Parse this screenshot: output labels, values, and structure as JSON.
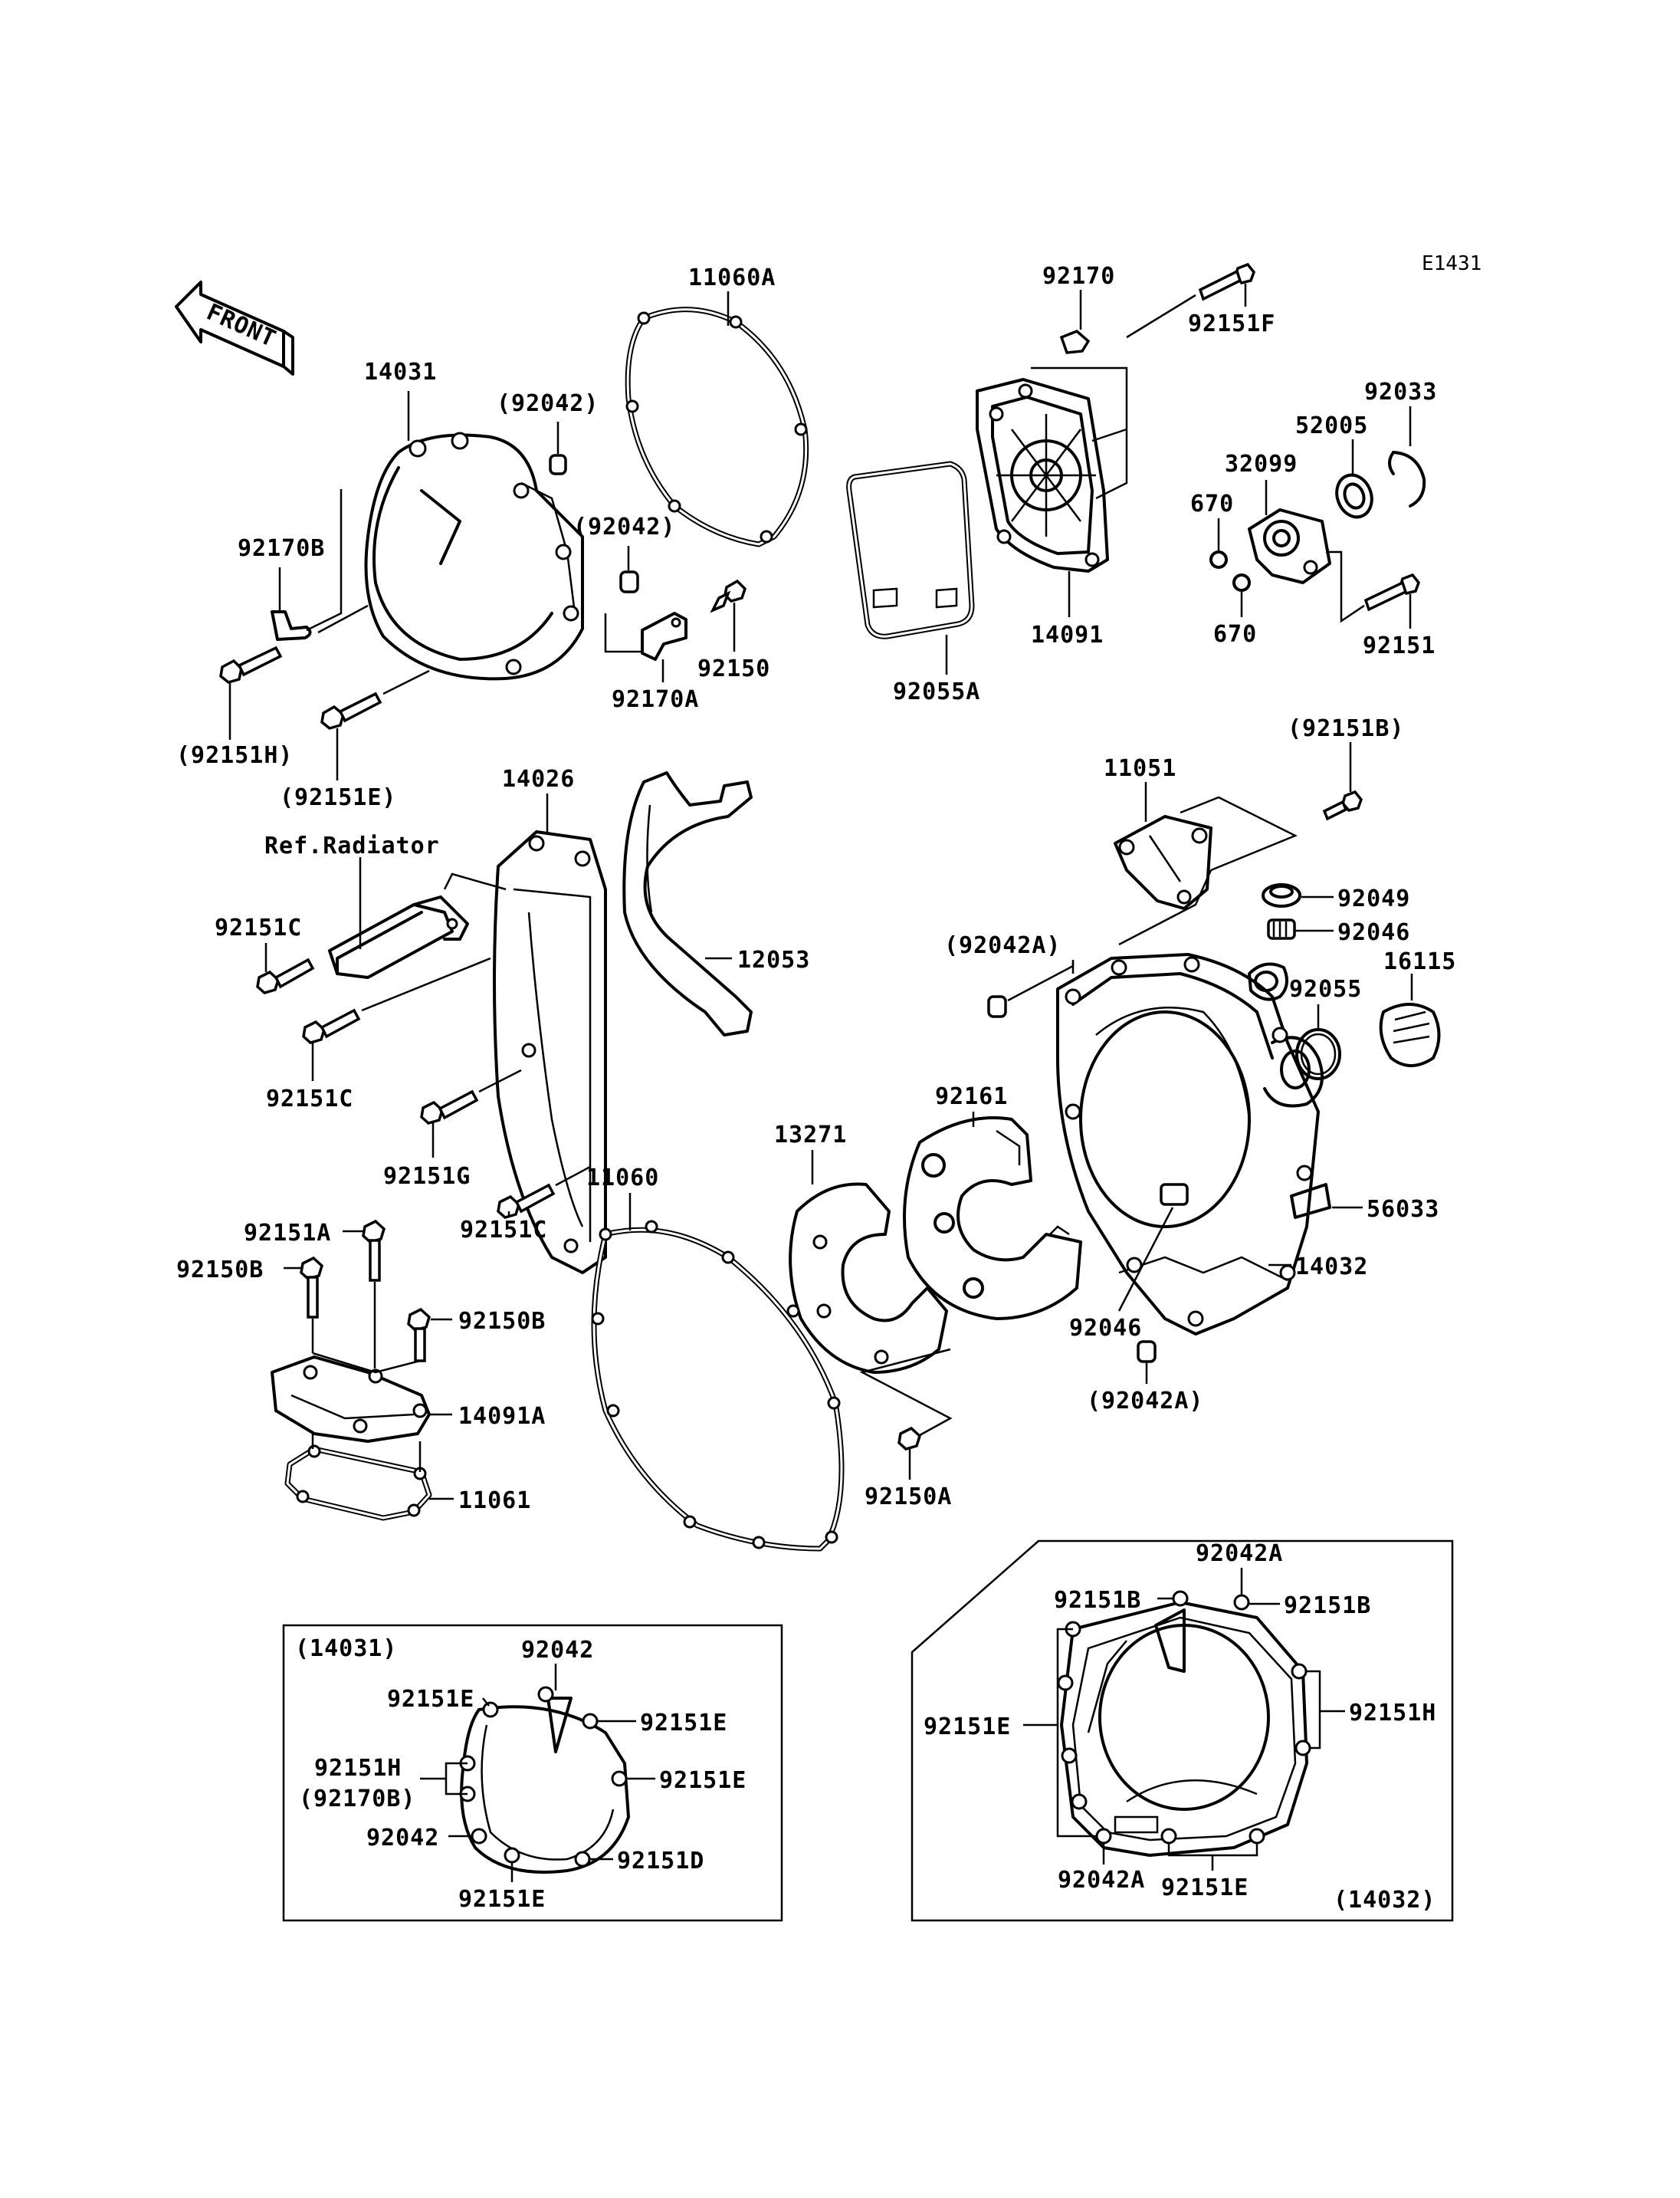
{
  "diagram_code": "E1431",
  "front_label": "FRONT",
  "ref_note": "Ref.Radiator",
  "labels": {
    "p11060A": "11060A",
    "p92170": "92170",
    "p92151F": "92151F",
    "p14031": "14031",
    "p92042a": "(92042)",
    "p92042b": "(92042)",
    "p92033": "92033",
    "p52005": "52005",
    "p32099": "32099",
    "p670a": "670",
    "p670b": "670",
    "p92170B": "92170B",
    "p92150": "92150",
    "p92170A": "92170A",
    "p14091": "14091",
    "p92151": "92151",
    "p92055A": "92055A",
    "p92151H": "(92151H)",
    "p92151E": "(92151E)",
    "p92151Bp": "(92151B)",
    "p14026": "14026",
    "p11051": "11051",
    "p92151C1": "92151C",
    "p12053": "12053",
    "p92049": "92049",
    "p92046a": "92046",
    "p16115": "16115",
    "p92042Ap": "(92042A)",
    "p92055": "92055",
    "p92151C2": "92151C",
    "p92161": "92161",
    "p92151G": "92151G",
    "p13271": "13271",
    "p11060": "11060",
    "p92151C3": "92151C",
    "p56033": "56033",
    "p92151A": "92151A",
    "p92150B1": "92150B",
    "p14032": "14032",
    "p92046b": "92046",
    "p92150B2": "92150B",
    "p92042Ap2": "(92042A)",
    "p14091A": "14091A",
    "p11061": "11061",
    "p92150A": "92150A"
  },
  "inset_left": {
    "title": "(14031)",
    "labels": {
      "i92042t": "92042",
      "i92151E1": "92151E",
      "i92151E2": "92151E",
      "i92151H": "92151H",
      "i92170B": "(92170B)",
      "i92151E3": "92151E",
      "i92042l": "92042",
      "i92151D": "92151D",
      "i92151E4": "92151E"
    }
  },
  "inset_right": {
    "title": "(14032)",
    "labels": {
      "r92042A": "92042A",
      "r92151B1": "92151B",
      "r92151B2": "92151B",
      "r92151E1": "92151E",
      "r92151H": "92151H",
      "r92042A2": "92042A",
      "r92151E2": "92151E"
    }
  }
}
